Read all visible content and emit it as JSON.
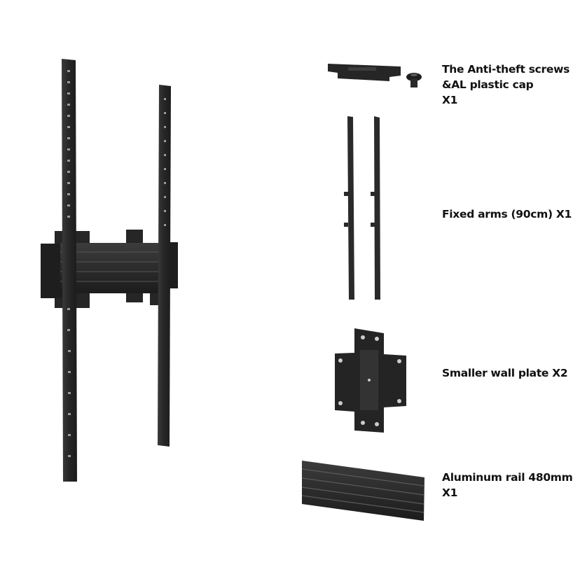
{
  "colors": {
    "background": "#ffffff",
    "metal": "#2b2b2b",
    "metal_dark": "#1a1a1a",
    "metal_light": "#4a4a4a",
    "text": "#111111"
  },
  "parts": {
    "screws": {
      "lines": [
        "The Anti-theft screws",
        "&AL plastic cap",
        "X1"
      ]
    },
    "arms": {
      "lines": [
        "Fixed arms (90cm) X1"
      ]
    },
    "plate": {
      "lines": [
        "Smaller wall plate X2"
      ]
    },
    "rail": {
      "lines": [
        "Aluminum rail 480mm",
        "X1"
      ]
    }
  }
}
